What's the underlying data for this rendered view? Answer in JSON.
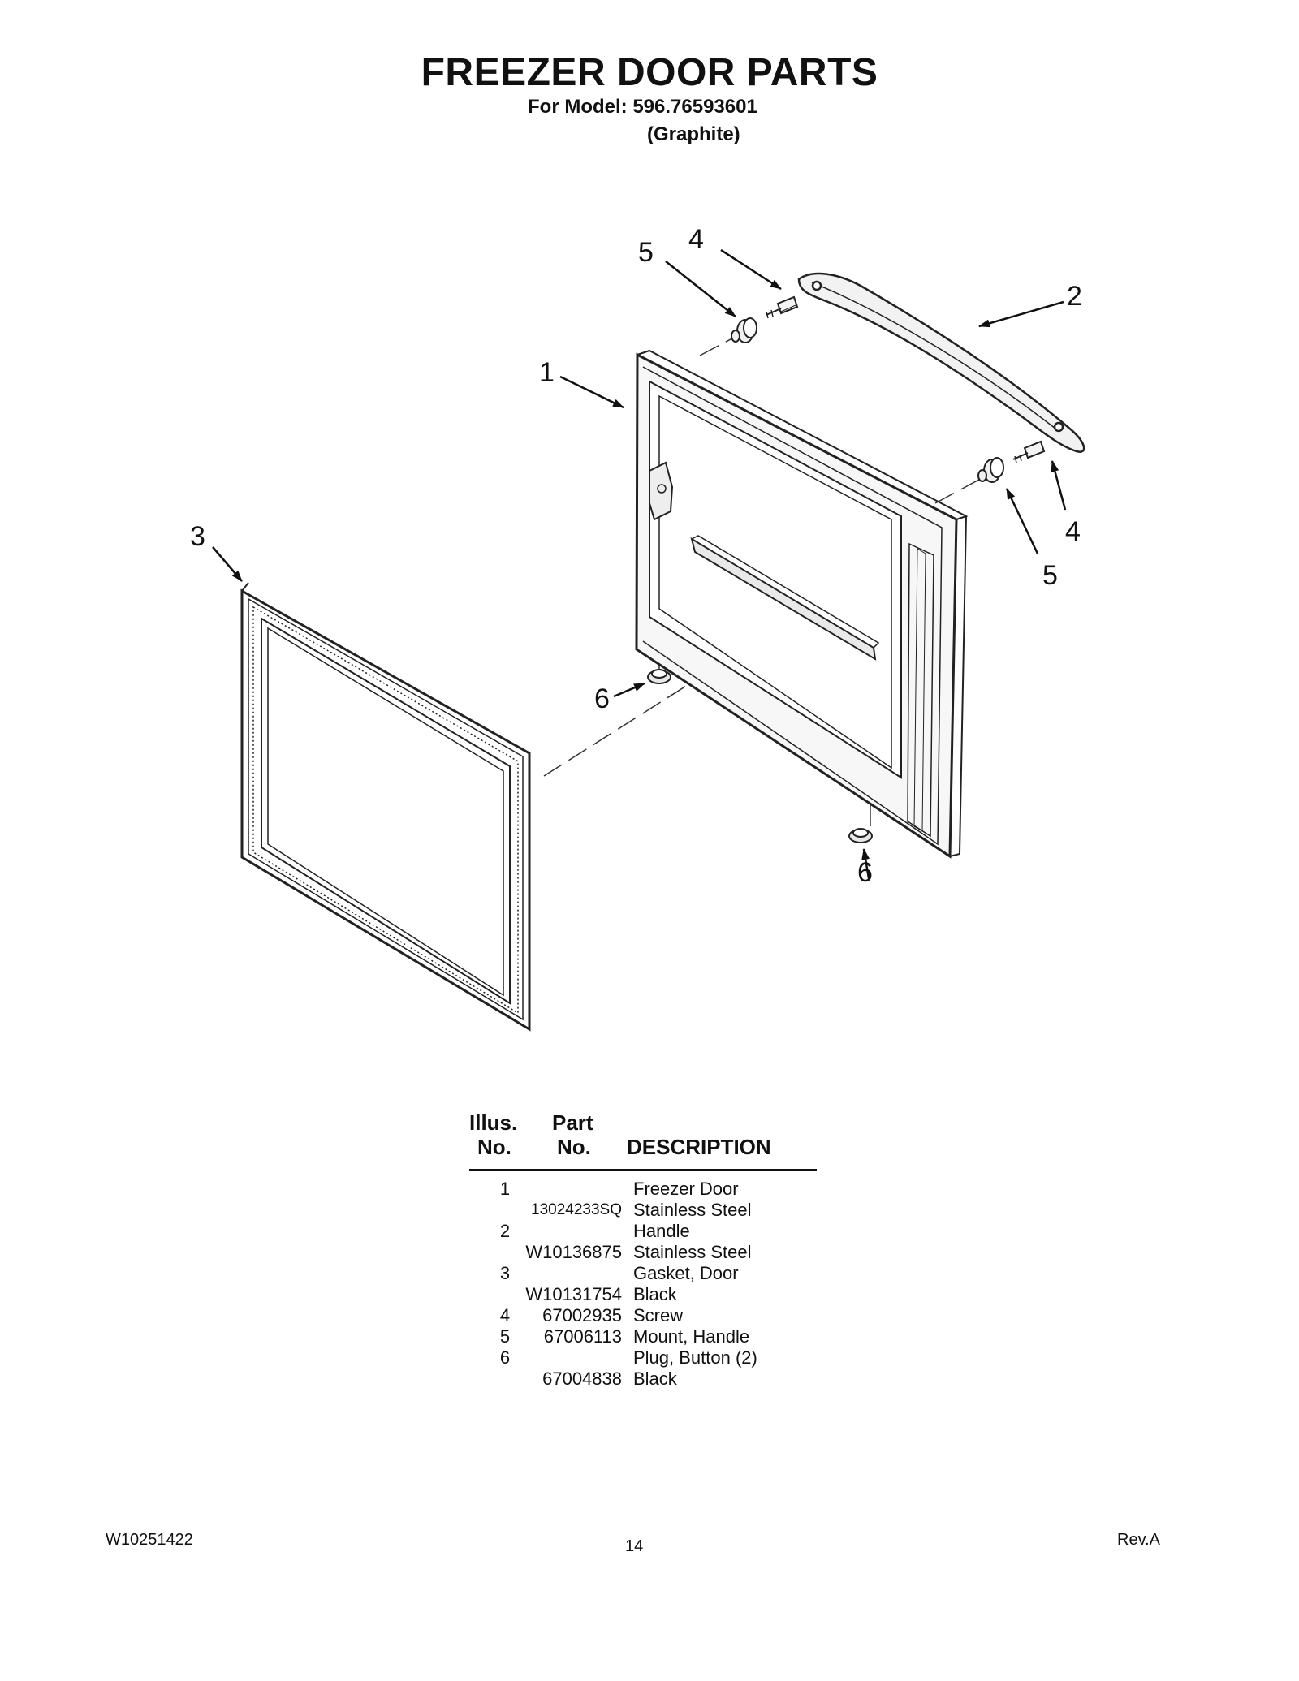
{
  "header": {
    "title": "FREEZER DOOR PARTS",
    "model_line": "For Model: 596.76593601",
    "variant": "(Graphite)"
  },
  "diagram": {
    "callouts": {
      "door": "1",
      "handle": "2",
      "gasket": "3",
      "screw_top": "4",
      "screw_bottom": "4",
      "mount_top": "5",
      "mount_bottom": "5",
      "plug_left": "6",
      "plug_bottom": "6"
    }
  },
  "parts_table": {
    "headers": {
      "illus_line1": "Illus.",
      "illus_line2": "No.",
      "part_line1": "Part",
      "part_line2": "No.",
      "description": "DESCRIPTION"
    },
    "rows": [
      {
        "illus": "1",
        "part": "",
        "description": "Freezer Door"
      },
      {
        "illus": "",
        "part": "13024233SQ",
        "description": "Stainless Steel"
      },
      {
        "illus": "2",
        "part": "",
        "description": "Handle"
      },
      {
        "illus": "",
        "part": "W10136875",
        "description": "Stainless Steel"
      },
      {
        "illus": "3",
        "part": "",
        "description": "Gasket, Door"
      },
      {
        "illus": "",
        "part": "W10131754",
        "description": "Black"
      },
      {
        "illus": "4",
        "part": "67002935",
        "description": "Screw"
      },
      {
        "illus": "5",
        "part": "67006113",
        "description": "Mount, Handle"
      },
      {
        "illus": "6",
        "part": "",
        "description": "Plug, Button (2)"
      },
      {
        "illus": "",
        "part": "67004838",
        "description": "Black"
      }
    ]
  },
  "footer": {
    "doc_number": "W10251422",
    "page_number": "14",
    "revision": "Rev.A"
  }
}
